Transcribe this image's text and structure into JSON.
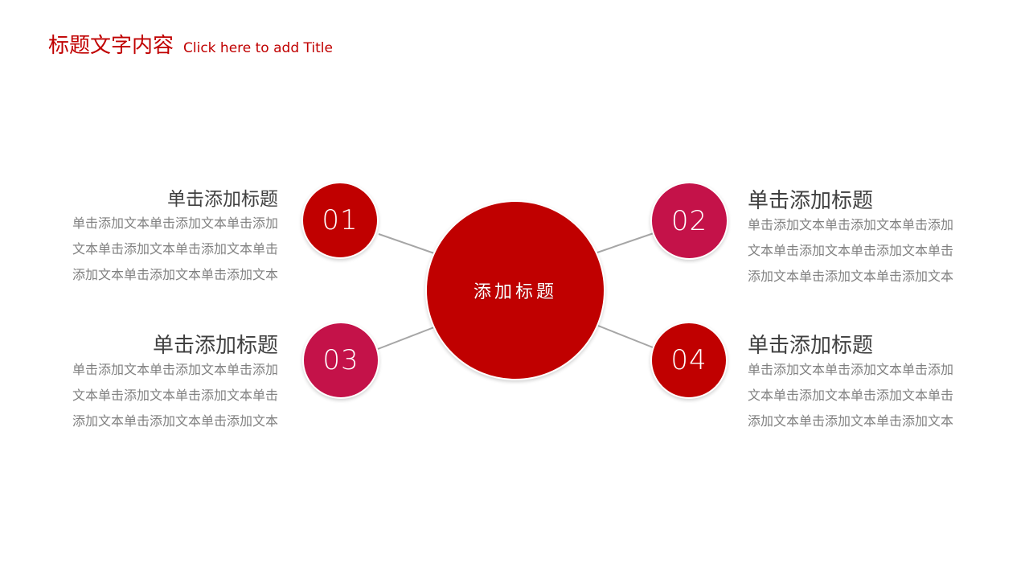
{
  "header": {
    "title_cn": "标题文字内容",
    "title_en": "Click here to add Title"
  },
  "center": {
    "label": "添加标题",
    "color": "#c00000"
  },
  "nodes": [
    {
      "number": "01",
      "color": "#c00000",
      "title": "单击添加标题",
      "lines": [
        "单击添加文本单击添加文本单击添加",
        "文本单击添加文本单击添加文本单击",
        "添加文本单击添加文本单击添加文本"
      ]
    },
    {
      "number": "02",
      "color": "#c41249",
      "title": "单击添加标题",
      "lines": [
        "单击添加文本单击添加文本单击添加",
        "文本单击添加文本单击添加文本单击",
        "添加文本单击添加文本单击添加文本"
      ]
    },
    {
      "number": "03",
      "color": "#c41249",
      "title": "单击添加标题",
      "lines": [
        "单击添加文本单击添加文本单击添加",
        "文本单击添加文本单击添加文本单击",
        "添加文本单击添加文本单击添加文本"
      ]
    },
    {
      "number": "04",
      "color": "#c00000",
      "title": "单击添加标题",
      "lines": [
        "单击添加文本单击添加文本单击添加",
        "文本单击添加文本单击添加文本单击",
        "添加文本单击添加文本单击添加文本"
      ]
    }
  ],
  "colors": {
    "accent": "#c00000",
    "accent_pink": "#c41249",
    "connector": "#a6a6a6",
    "heading_text": "#404040",
    "body_text": "#808080"
  }
}
